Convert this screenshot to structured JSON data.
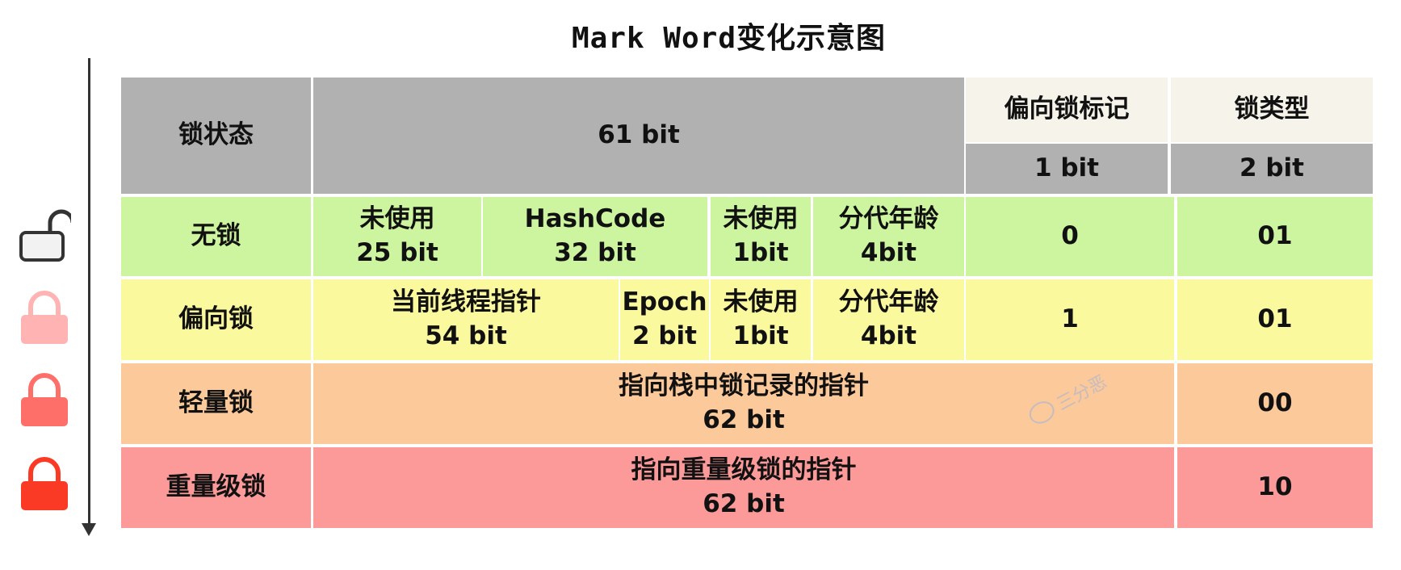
{
  "title": "Mark Word变化示意图",
  "colors": {
    "header_gray": "#b1b1b1",
    "header_cream": "#f6f3ea",
    "no_lock": "#cdf59f",
    "biased_lock": "#fbf99e",
    "lightweight_lock": "#fbc99a",
    "heavyweight_lock": "#fb9a99",
    "lock_icons": [
      "#f2f2f2",
      "#ffb3b3",
      "#ff6f6a",
      "#fa3a24"
    ]
  },
  "header": {
    "lock_state": "锁状态",
    "bits_61": "61 bit",
    "biased_flag": "偏向锁标记",
    "biased_flag_bits": "1 bit",
    "lock_type": "锁类型",
    "lock_type_bits": "2 bit"
  },
  "rows": {
    "no_lock": {
      "state": "无锁",
      "unused1": {
        "label": "未使用",
        "bits": "25 bit"
      },
      "hashcode": {
        "label": "HashCode",
        "bits": "32 bit"
      },
      "unused2": {
        "label": "未使用",
        "bits": "1bit"
      },
      "age": {
        "label": "分代年龄",
        "bits": "4bit"
      },
      "biased_flag": "0",
      "lock_type": "01"
    },
    "biased": {
      "state": "偏向锁",
      "thread": {
        "label": "当前线程指针",
        "bits": "54 bit"
      },
      "epoch": {
        "label": "Epoch",
        "bits": "2 bit"
      },
      "unused": {
        "label": "未使用",
        "bits": "1bit"
      },
      "age": {
        "label": "分代年龄",
        "bits": "4bit"
      },
      "biased_flag": "1",
      "lock_type": "01"
    },
    "lightweight": {
      "state": "轻量锁",
      "pointer": {
        "label": "指向栈中锁记录的指针",
        "bits": "62 bit"
      },
      "lock_type": "00"
    },
    "heavyweight": {
      "state": "重量级锁",
      "pointer": {
        "label": "指向重量级锁的指针",
        "bits": "62 bit"
      },
      "lock_type": "10"
    }
  },
  "watermark": "三分恶"
}
